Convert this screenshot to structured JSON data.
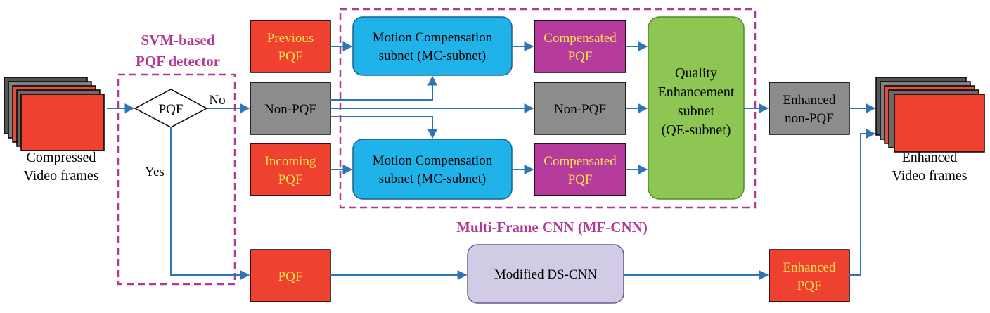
{
  "colors": {
    "red_frame": "#ee4130",
    "gray_box": "#8c8c8c",
    "blue_box": "#1fb3ea",
    "purple_box": "#b43a9c",
    "green_box": "#8dc653",
    "lavender_box": "#d2cbe5",
    "arrow": "#2e75b6",
    "dashed": "#b33a94",
    "yellow_text": "#ffe14d"
  },
  "input": {
    "line1": "Compressed",
    "line2": "Video frames"
  },
  "output": {
    "line1": "Enhanced",
    "line2": "Video frames"
  },
  "detector": {
    "title1": "SVM-based",
    "title2": "PQF detector",
    "decision": "PQF",
    "no": "No",
    "yes": "Yes"
  },
  "boxes": {
    "previous_pqf": {
      "line1": "Previous",
      "line2": "PQF"
    },
    "non_pqf_in": "Non-PQF",
    "incoming_pqf": {
      "line1": "Incoming",
      "line2": "PQF"
    },
    "mc_top": {
      "line1": "Motion Compensation",
      "line2": "subnet (MC-subnet)"
    },
    "mc_bottom": {
      "line1": "Motion Compensation",
      "line2": "subnet (MC-subnet)"
    },
    "comp_top": {
      "line1": "Compensated",
      "line2": "PQF"
    },
    "comp_bottom": {
      "line1": "Compensated",
      "line2": "PQF"
    },
    "non_pqf_mid": "Non-PQF",
    "qe": {
      "line1": "Quality",
      "line2": "Enhancement",
      "line3": "subnet",
      "line4": "(QE-subnet)"
    },
    "enhanced_non_pqf": {
      "line1": "Enhanced",
      "line2": "non-PQF"
    },
    "pqf": "PQF",
    "ds_cnn": "Modified DS-CNN",
    "enhanced_pqf": {
      "line1": "Enhanced",
      "line2": "PQF"
    }
  },
  "mfcnn_label": "Multi-Frame CNN (MF-CNN)"
}
